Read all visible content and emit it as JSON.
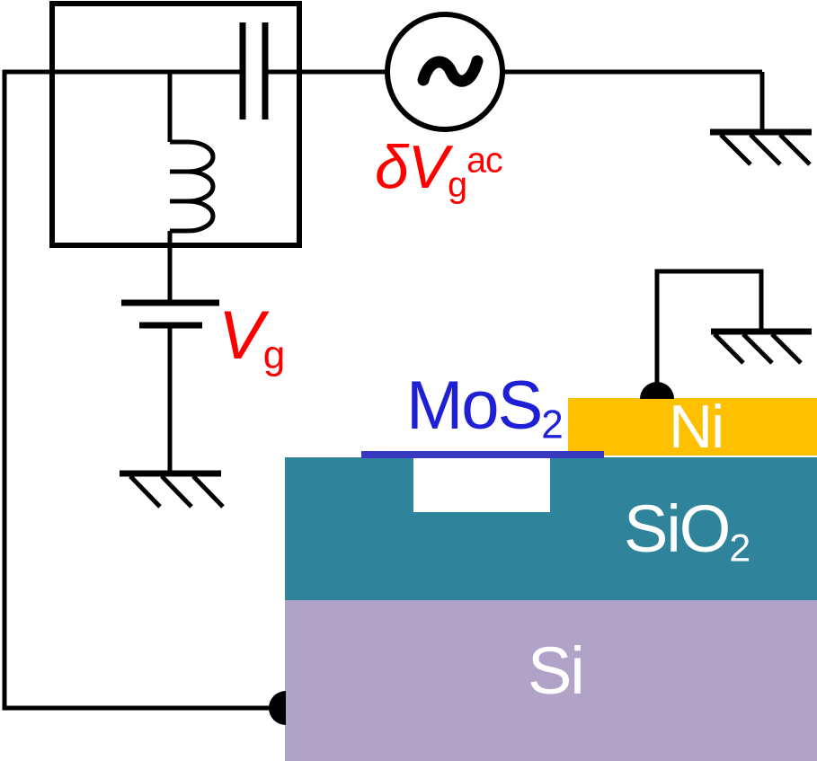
{
  "labels": {
    "ac_source": {
      "delta": "δ",
      "v": "V",
      "sub": "g",
      "sup": "ac"
    },
    "dc_source": {
      "v": "V",
      "sub": "g"
    },
    "mos2": {
      "main": "MoS",
      "sub": "2"
    },
    "ni": "Ni",
    "sio2": {
      "main": "SiO",
      "sub": "2"
    },
    "si": "Si"
  },
  "colors": {
    "wire": "#000000",
    "ni_layer": "#FFC000",
    "sio2_layer": "#2F849B",
    "si_layer": "#B1A3C7",
    "mos2_bar": "#3838C0",
    "mos2_text": "#1F1FD6",
    "source_label": "#FF0000",
    "layer_label": "#FFFFFF"
  }
}
